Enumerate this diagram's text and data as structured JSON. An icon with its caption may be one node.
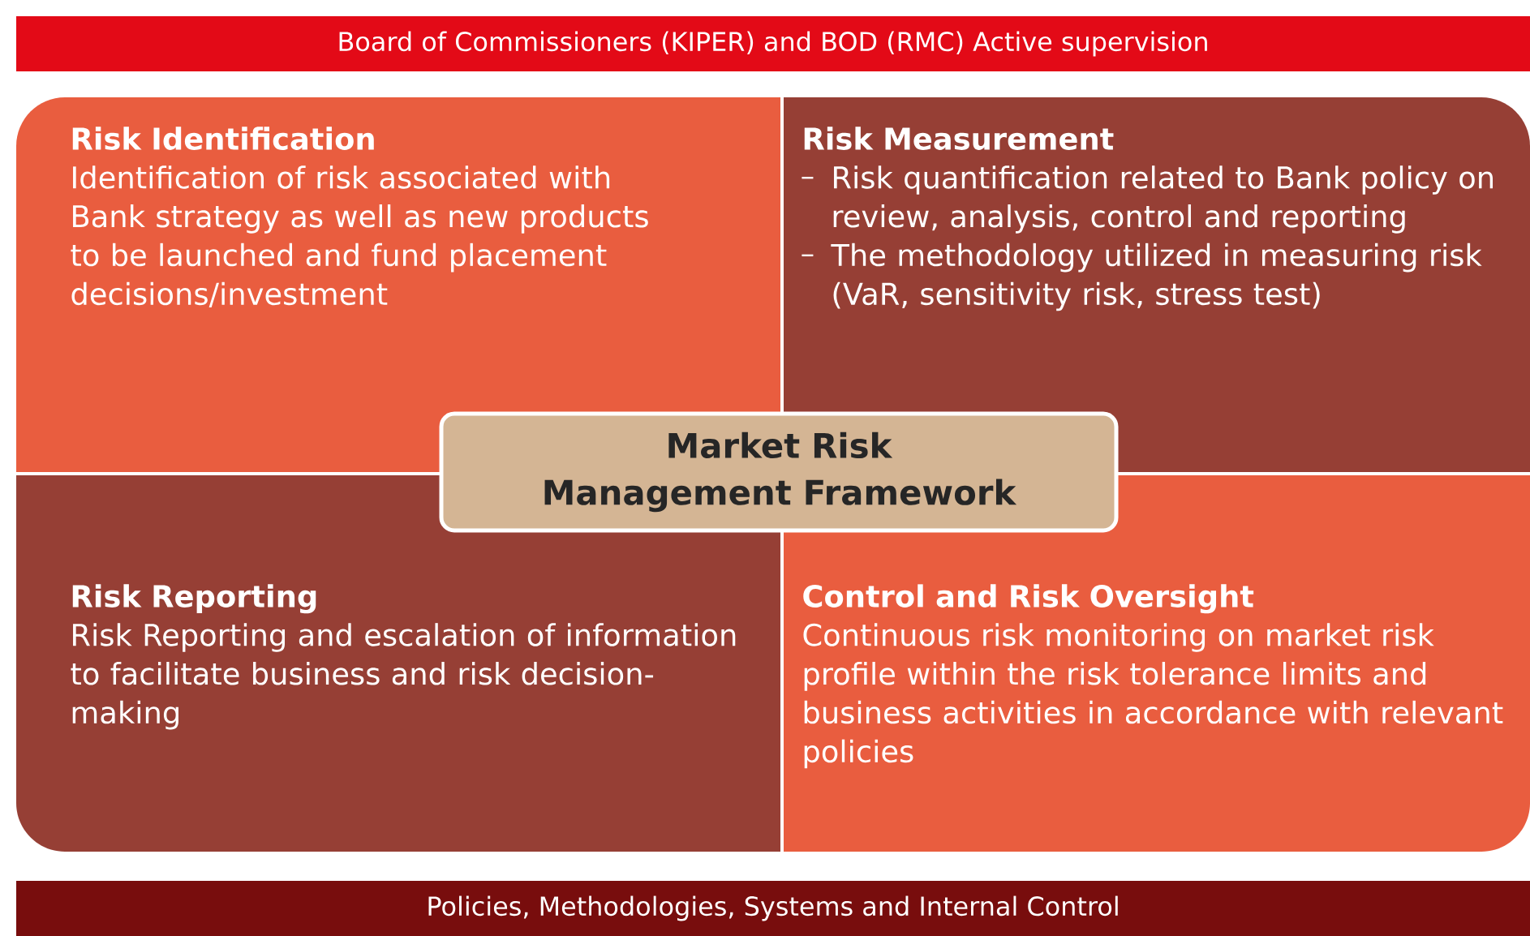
{
  "diagram": {
    "nodes": [
      {
        "text": [
          "Board of Commissioners (KIPER) and BOD (RMC) Active supervision"
        ]
      },
      {
        "text": [
          "Risk Identification",
          "Identification of risk associated with Bank strategy as well as new products to be launched and fund placement decisions/investment"
        ]
      },
      {
        "text": [
          "Risk Measurement",
          "Risk quantification related to Bank policy on review, analysis, control and reporting",
          "The methodology utilized in measuring risk (VaR, sensitivity risk, stress test)"
        ]
      },
      {
        "text": [
          "Market Risk Management Framework"
        ]
      },
      {
        "text": [
          "Risk Reporting",
          "Risk Reporting and escalation of information to facilitate business and risk decision-making"
        ]
      },
      {
        "text": [
          "Control and Risk Oversight",
          "Continuous risk monitoring on market risk profile within the risk tolerance limits and business activities in accordance with relevant policies"
        ]
      },
      {
        "text": [
          "Policies, Methodologies, Systems and Internal Control"
        ]
      }
    ]
  }
}
